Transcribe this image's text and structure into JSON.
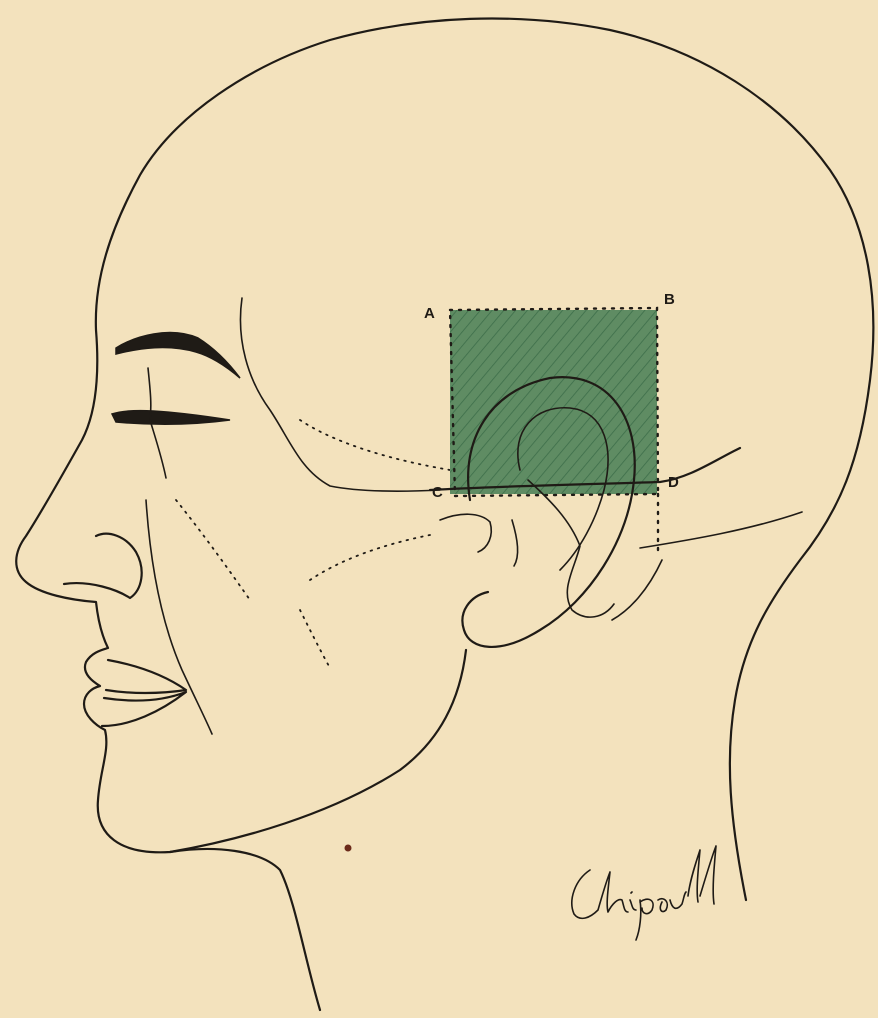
{
  "figure": {
    "points": {
      "a": "A",
      "b": "B",
      "c": "C",
      "d": "D"
    },
    "signature": "Chipault",
    "colors": {
      "paper": "#f3e2bd",
      "ink": "#1f1b16",
      "zone_fill": "#5f8c63",
      "zone_hatch": "#3d6e4a"
    }
  }
}
